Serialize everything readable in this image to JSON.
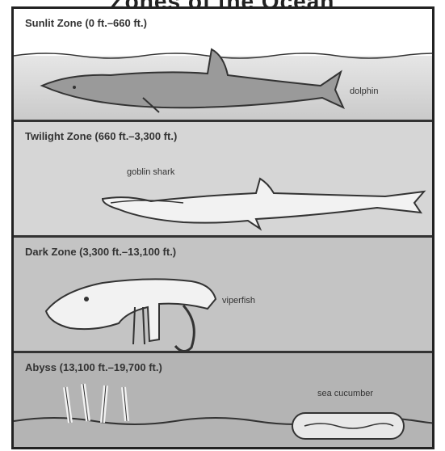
{
  "title": "Zones of the Ocean",
  "zones": [
    {
      "label": "Sunlit Zone (0 ft.–660 ft.)",
      "animal": "dolphin",
      "fill": "#ffffff"
    },
    {
      "label": "Twilight Zone (660 ft.–3,300 ft.)",
      "animal": "goblin shark",
      "fill": "#d8d8d8"
    },
    {
      "label": "Dark Zone (3,300 ft.–13,100 ft.)",
      "animal": "viperfish",
      "fill": "#c4c4c4"
    },
    {
      "label": "Abyss (13,100 ft.–19,700 ft.)",
      "animal": "sea cucumber",
      "fill": "#b2b2b2"
    }
  ],
  "colors": {
    "line": "#333333",
    "animal_fill": "#9a9a9a",
    "animal_light": "#f2f2f2"
  }
}
